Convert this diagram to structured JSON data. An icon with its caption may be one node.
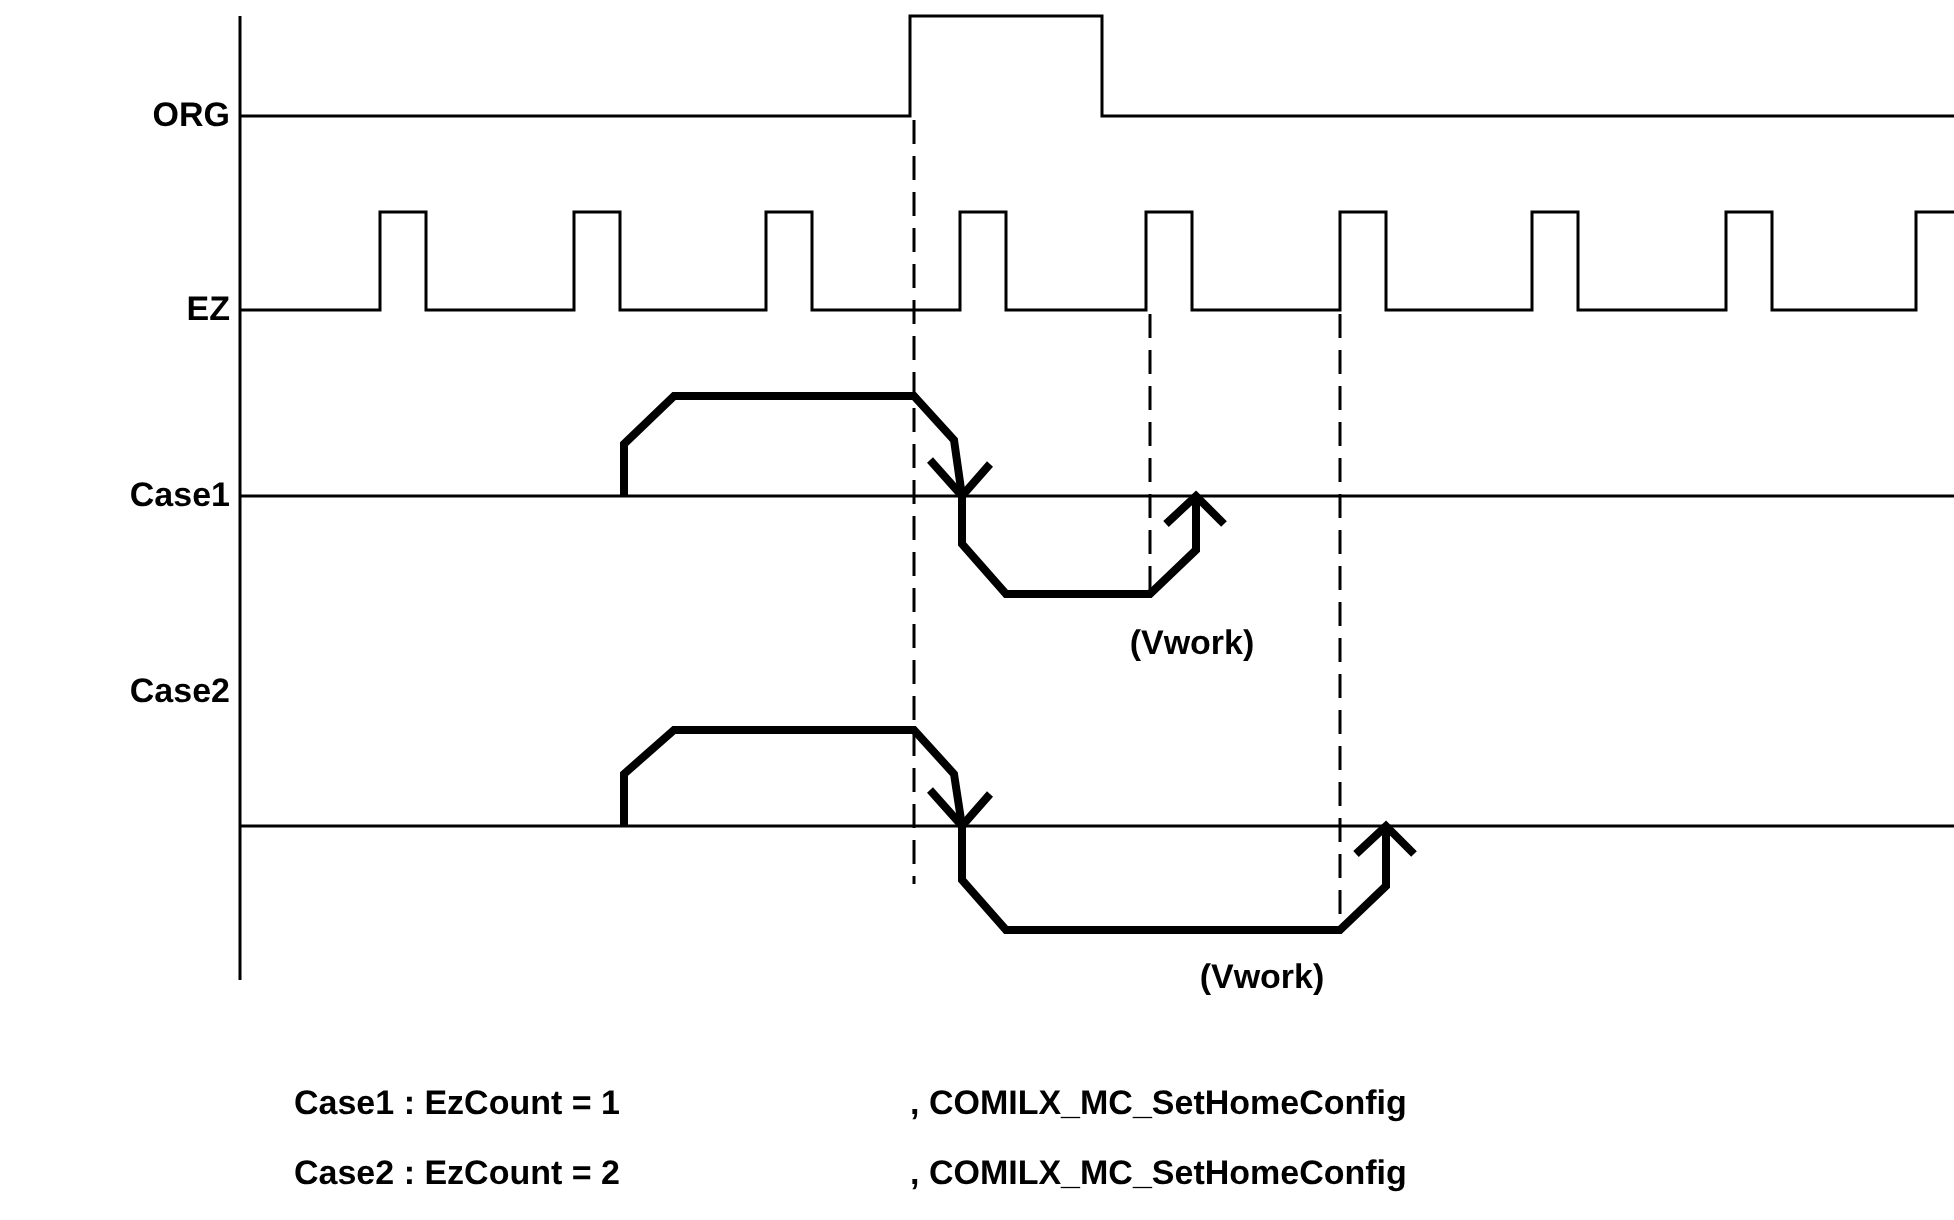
{
  "diagram": {
    "labels": [
      "ORG",
      "EZ",
      "Case1",
      "Case2",
      "(Vwork)",
      "(Vwork)",
      "Case1 : EzCount = 1",
      ", COMILX_MC_SetHomeConfig",
      "Case2 : EzCount = 2",
      ", COMILX_MC_SetHomeConfig"
    ]
  }
}
